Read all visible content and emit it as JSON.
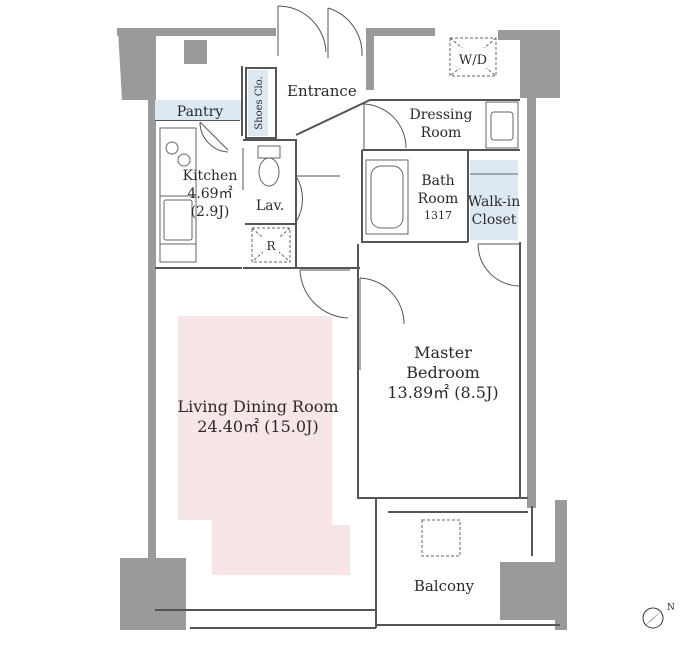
{
  "rooms": {
    "pantry": "Pantry",
    "entrance": "Entrance",
    "shoes_closet": "Shoes Clo.",
    "dressing_room": [
      "Dressing",
      "Room"
    ],
    "wd": "W/D",
    "kitchen": [
      "Kitchen",
      "4.69㎡",
      "(2.9J)"
    ],
    "lav": "Lav.",
    "refrigerator": "R",
    "bath_room": [
      "Bath",
      "Room",
      "1317"
    ],
    "walk_in_closet": [
      "Walk-in",
      "Closet"
    ],
    "master_bedroom": [
      "Master",
      "Bedroom",
      "13.89㎡ (8.5J)"
    ],
    "living_dining": [
      "Living Dining Room",
      "24.40㎡ (15.0J)"
    ],
    "balcony": "Balcony"
  },
  "compass": {
    "label": "N",
    "icon": "compass-icon"
  },
  "colors": {
    "wall": "#9a9a9a",
    "living_highlight": "#f8e6e6",
    "storage_fill": "#dce8f2",
    "balcony_unit": "#9a9a9a"
  }
}
